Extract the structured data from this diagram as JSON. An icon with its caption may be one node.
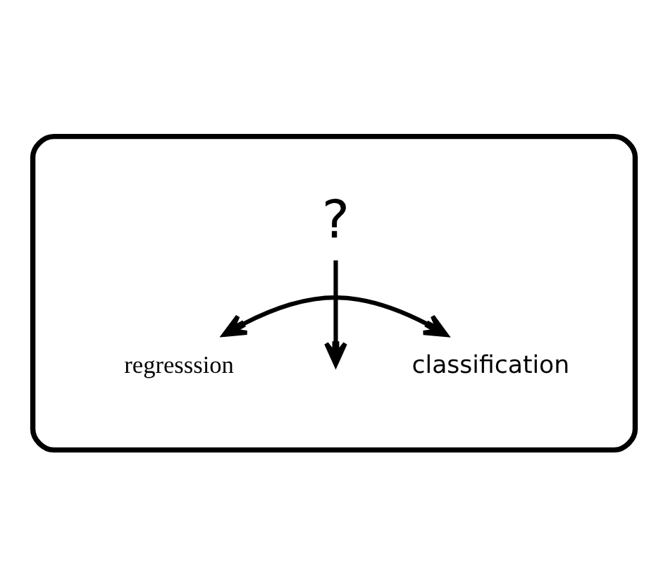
{
  "diagram": {
    "nodes": [
      {
        "text": [],
        "shape": "ellipse"
      },
      {
        "text": [
          "?"
        ],
        "in": 0
      },
      {
        "text": [
          "regresssion"
        ],
        "in": 0
      },
      {
        "text": [
          "classification"
        ],
        "in": 0
      }
    ],
    "edges": [
      {
        "from": 2,
        "to": 3,
        "arrow": "both"
      },
      {
        "from": 1,
        "to": null,
        "arrow": "to"
      }
    ]
  }
}
